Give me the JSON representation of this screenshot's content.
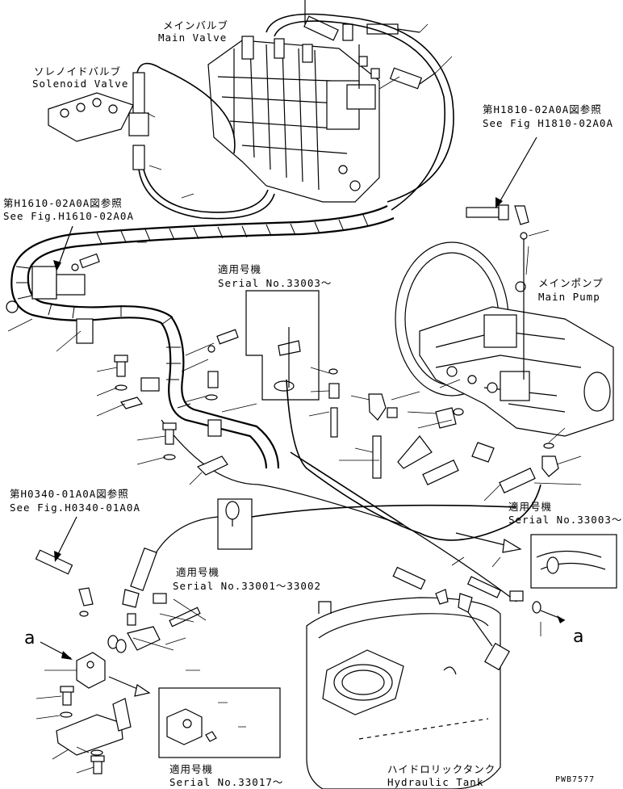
{
  "labels": {
    "main_valve_jp": "メインバルブ",
    "main_valve_en": "Main Valve",
    "solenoid_jp": "ソレノイドバルブ",
    "solenoid_en": "Solenoid Valve",
    "ref1_jp": "第H1610-02A0A図参照",
    "ref1_en": "See Fig.H1610-02A0A",
    "ref2_jp": "第H1810-02A0A図参照",
    "ref2_en": "See Fig H1810-02A0A",
    "ref3_jp": "第H0340-01A0A図参照",
    "ref3_en": "See Fig.H0340-01A0A",
    "main_pump_jp": "メインポンプ",
    "main_pump_en": "Main Pump",
    "serial_a_jp": "適用号機",
    "serial_a_en": "Serial No.33003～",
    "serial_b_jp": "適用号機",
    "serial_b_en": "Serial No.33003～",
    "serial_c_jp": "適用号機",
    "serial_c_en": "Serial No.33001～33002",
    "serial_d_jp": "適用号機",
    "serial_d_en": "Serial No.33017～",
    "tank_jp": "ハイドロリックタンク",
    "tank_en": "Hydraulic Tank",
    "marker_a_left": "a",
    "marker_a_right": "a",
    "drawing_code": "PWB7577"
  }
}
